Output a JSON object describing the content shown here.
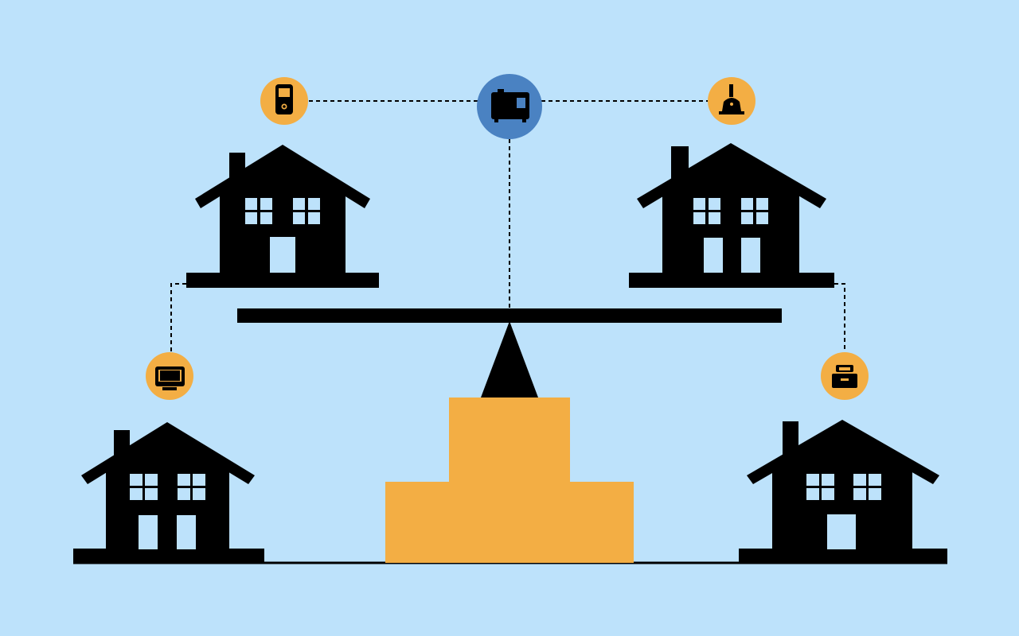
{
  "colors": {
    "background": "#bde2fb",
    "silhouette": "#000000",
    "accent_orange": "#f3ae44",
    "accent_blue": "#4a82c2",
    "icon_glyph": "#000000"
  },
  "scene": {
    "houses": [
      {
        "id": "top-left",
        "windows": 2,
        "doors": 1
      },
      {
        "id": "top-right",
        "windows": 2,
        "doors": 2
      },
      {
        "id": "bottom-left",
        "windows": 2,
        "doors": 2
      },
      {
        "id": "bottom-right",
        "windows": 2,
        "doors": 1
      }
    ],
    "icons": [
      {
        "id": "center",
        "name": "appliance-icon",
        "badge": "blue"
      },
      {
        "id": "top-left",
        "name": "phone-icon",
        "badge": "orange"
      },
      {
        "id": "top-right",
        "name": "bell-icon",
        "badge": "orange"
      },
      {
        "id": "left",
        "name": "monitor-icon",
        "badge": "orange"
      },
      {
        "id": "right",
        "name": "toolbox-icon",
        "badge": "orange"
      }
    ]
  }
}
